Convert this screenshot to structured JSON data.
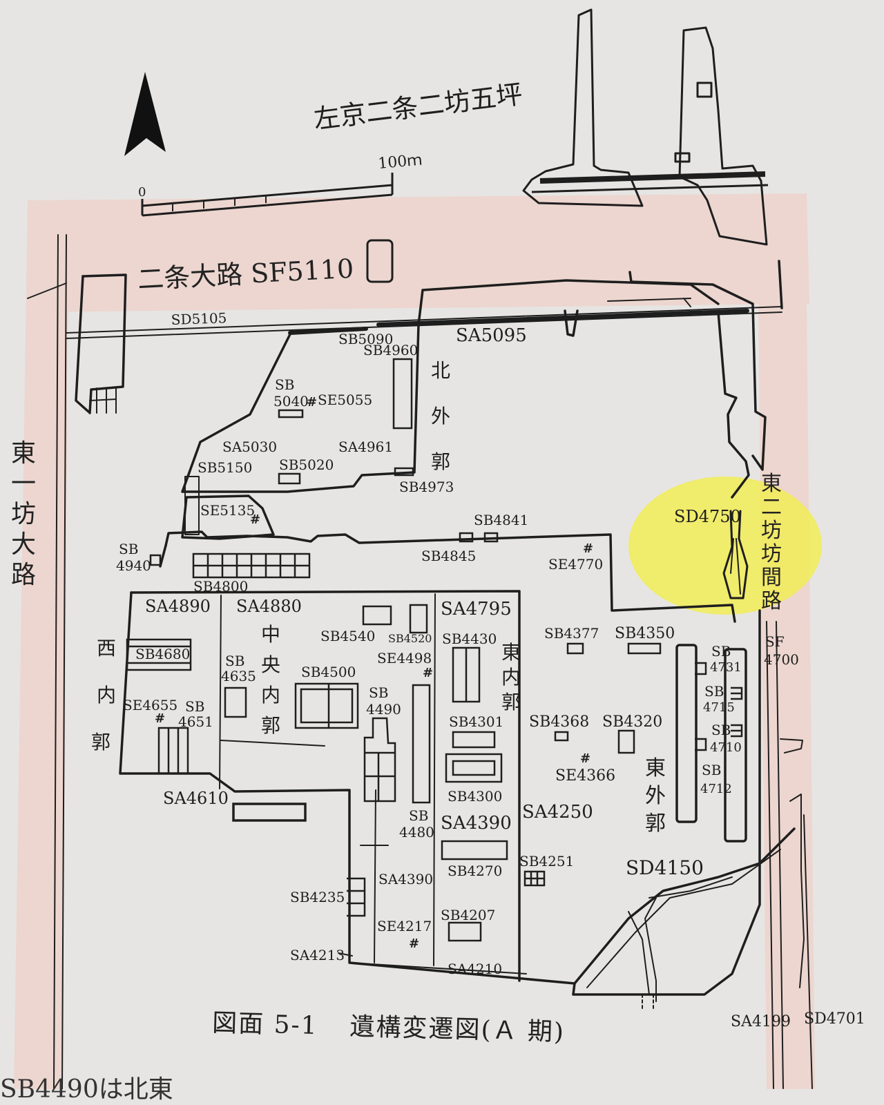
{
  "title": "左京二条二坊五坪",
  "scale": {
    "zero": "0",
    "max": "100ｍ"
  },
  "caption": {
    "figure": "図面 5-1",
    "text": "遺構変遷図(Ａ 期)"
  },
  "bottom_text": "SB4490は北東",
  "highlight_color": "#f2ee4a",
  "road_color": "#ecd6cf",
  "roads": {
    "nijo": "二条大路 SF5110",
    "higashi_ichibo": [
      "東",
      "一",
      "坊",
      "大",
      "路"
    ],
    "higashi_nibo": [
      "東",
      "二",
      "坊",
      "坊",
      "間",
      "路"
    ],
    "sf4700": [
      "SF",
      "4700"
    ]
  },
  "zones": {
    "kita": [
      "北",
      "外",
      "郭"
    ],
    "naka": [
      "中",
      "央",
      "内",
      "郭"
    ],
    "nishi": [
      "西",
      "内",
      "郭"
    ],
    "higashi_nai": [
      "東",
      "内",
      "郭"
    ],
    "higashi_gai": [
      "東",
      "外",
      "郭"
    ]
  },
  "labels": {
    "sd5105": "SD5105",
    "sb5090": "SB5090",
    "sa5095": "SA5095",
    "sb4960": "SB4960",
    "sb5040_a": "SB",
    "sb5040_b": "5040",
    "se5055": "SE5055",
    "sa5030": "SA5030",
    "sa4961": "SA4961",
    "sb5150": "SB5150",
    "sb5020": "SB5020",
    "sb4973": "SB4973",
    "se5135": "SE5135",
    "sb4841": "SB4841",
    "sb4845": "SB4845",
    "sd4750": "SD4750",
    "se4770": "SE4770",
    "sb4940_a": "SB",
    "sb4940_b": "4940",
    "sb4800": "SB4800",
    "sa4890": "SA4890",
    "sa4880": "SA4880",
    "sa4795": "SA4795",
    "sb4540": "SB4540",
    "sb4520": "SB4520",
    "sb4430": "SB4430",
    "sb4377": "SB4377",
    "sb4350": "SB4350",
    "sb4731_a": "SB",
    "sb4731_b": "4731",
    "sb4680": "SB4680",
    "se4498": "SE4498",
    "sb4635_a": "SB",
    "sb4635_b": "4635",
    "sb4500": "SB4500",
    "sb4490_a": "SB",
    "sb4490_b": "4490",
    "sb4715_a": "SB",
    "sb4715_b": "4715",
    "se4655": "SE4655",
    "sb4651_a": "SB",
    "sb4651_b": "4651",
    "sb4301": "SB4301",
    "sb4368": "SB4368",
    "sb4320": "SB4320",
    "sb4710_a": "SB",
    "sb4710_b": "4710",
    "se4366": "SE4366",
    "sb4712_a": "SB",
    "sb4712_b": "4712",
    "sa4610": "SA4610",
    "sb4300": "SB4300",
    "sa4250": "SA4250",
    "sb4480_a": "SB",
    "sb4480_b": "4480",
    "sa4390a": "SA4390",
    "sb4251": "SB4251",
    "sd4150": "SD4150",
    "sb4270": "SB4270",
    "sa4390b": "SA4390",
    "sb4235": "SB4235",
    "sb4207": "SB4207",
    "se4217": "SE4217",
    "sa4213": "SA4213",
    "sa4210": "SA4210",
    "sa4199": "SA4199",
    "sd4701": "SD4701"
  }
}
